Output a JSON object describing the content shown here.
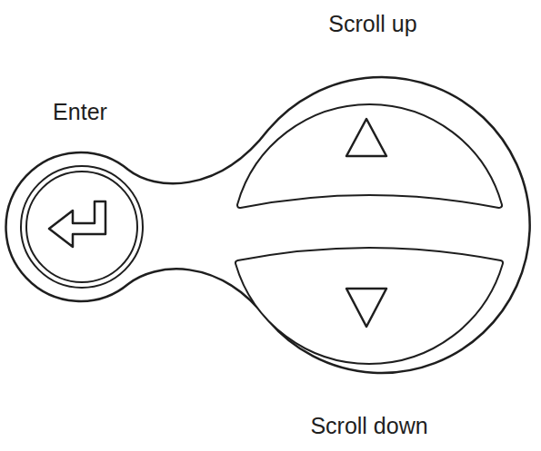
{
  "diagram": {
    "labels": [
      "Scroll up",
      "Enter",
      "Scroll down"
    ]
  }
}
